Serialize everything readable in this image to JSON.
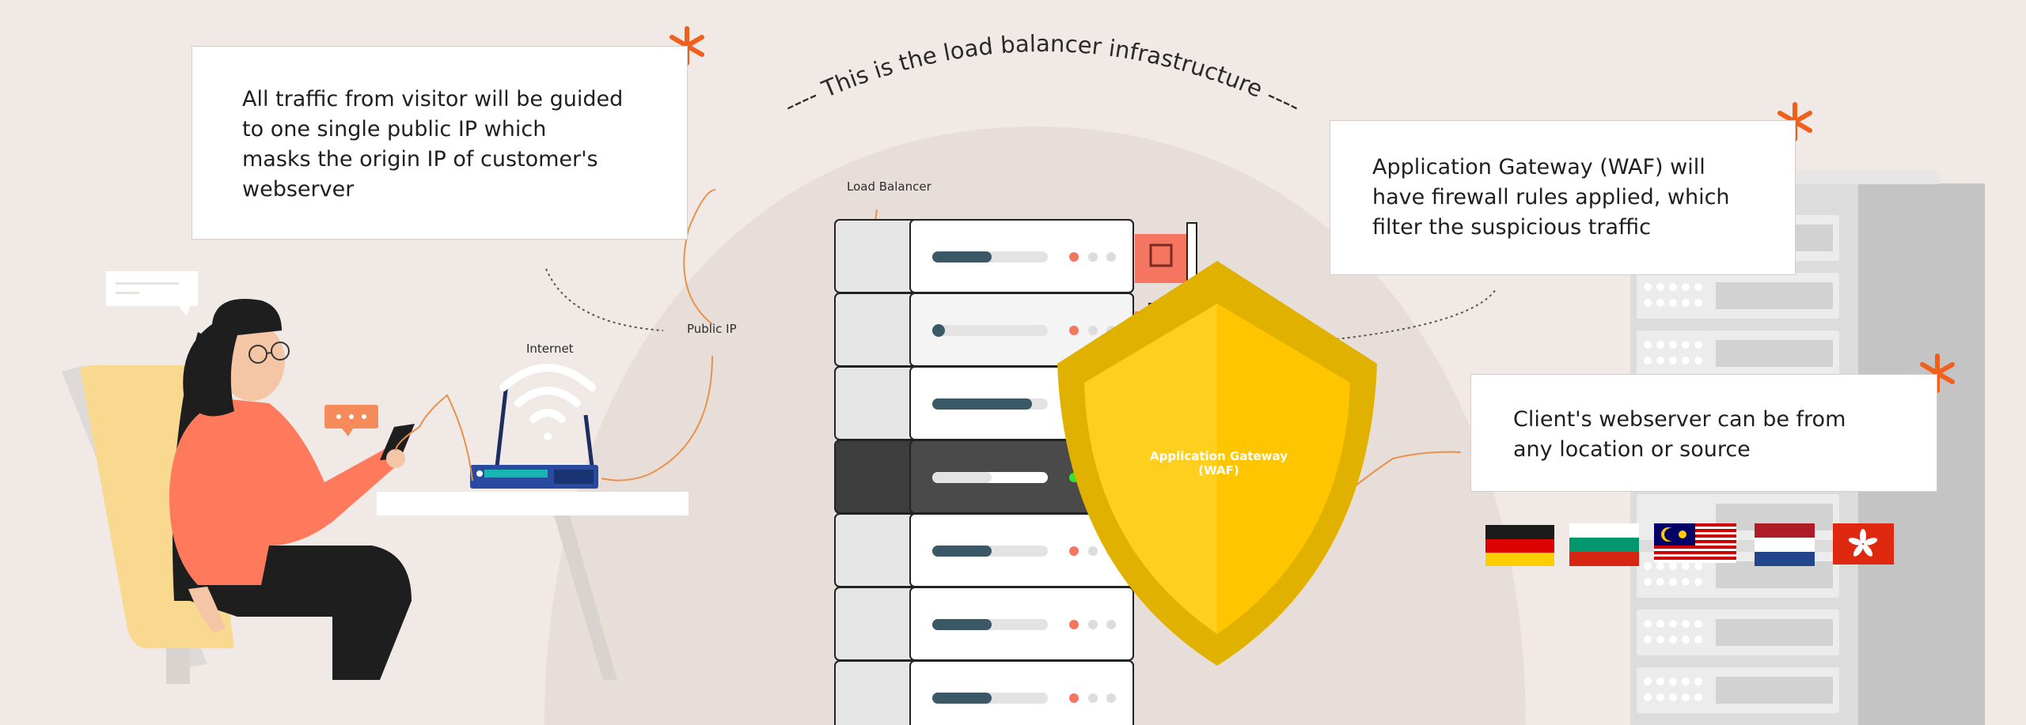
{
  "arc_title": "<---- This is the load balancer infrastructure ---->",
  "notes": {
    "visitor": "All traffic from visitor will be guided\nto one single public IP which\nmasks the origin IP of customer's\nwebserver",
    "waf": "Application Gateway (WAF) will\nhave firewall rules applied, which\nfilter the suspicious traffic",
    "webserver": "Client's webserver can be from\nany location or source"
  },
  "labels": {
    "load_balancer": "Load Balancer",
    "public_ip": "Public IP",
    "internet": "Internet",
    "waf_line1": "Application Gateway",
    "waf_line2": "(WAF)"
  },
  "flags": [
    "germany-flag",
    "bulgaria-flag",
    "malaysia-flag",
    "netherlands-flag",
    "hong-kong-flag"
  ],
  "colors": {
    "background": "#f0e9e6",
    "accent_orange": "#f0601c",
    "shield_gold": "#e1b100",
    "shield_yellow": "#ffc600",
    "server_dark": "#3d3d3d",
    "bar_teal": "#3a5866",
    "led_red": "#f47560",
    "led_green": "#2ee62e",
    "person_coral": "#ff7a5c",
    "router_blue": "#2a4aa0"
  }
}
